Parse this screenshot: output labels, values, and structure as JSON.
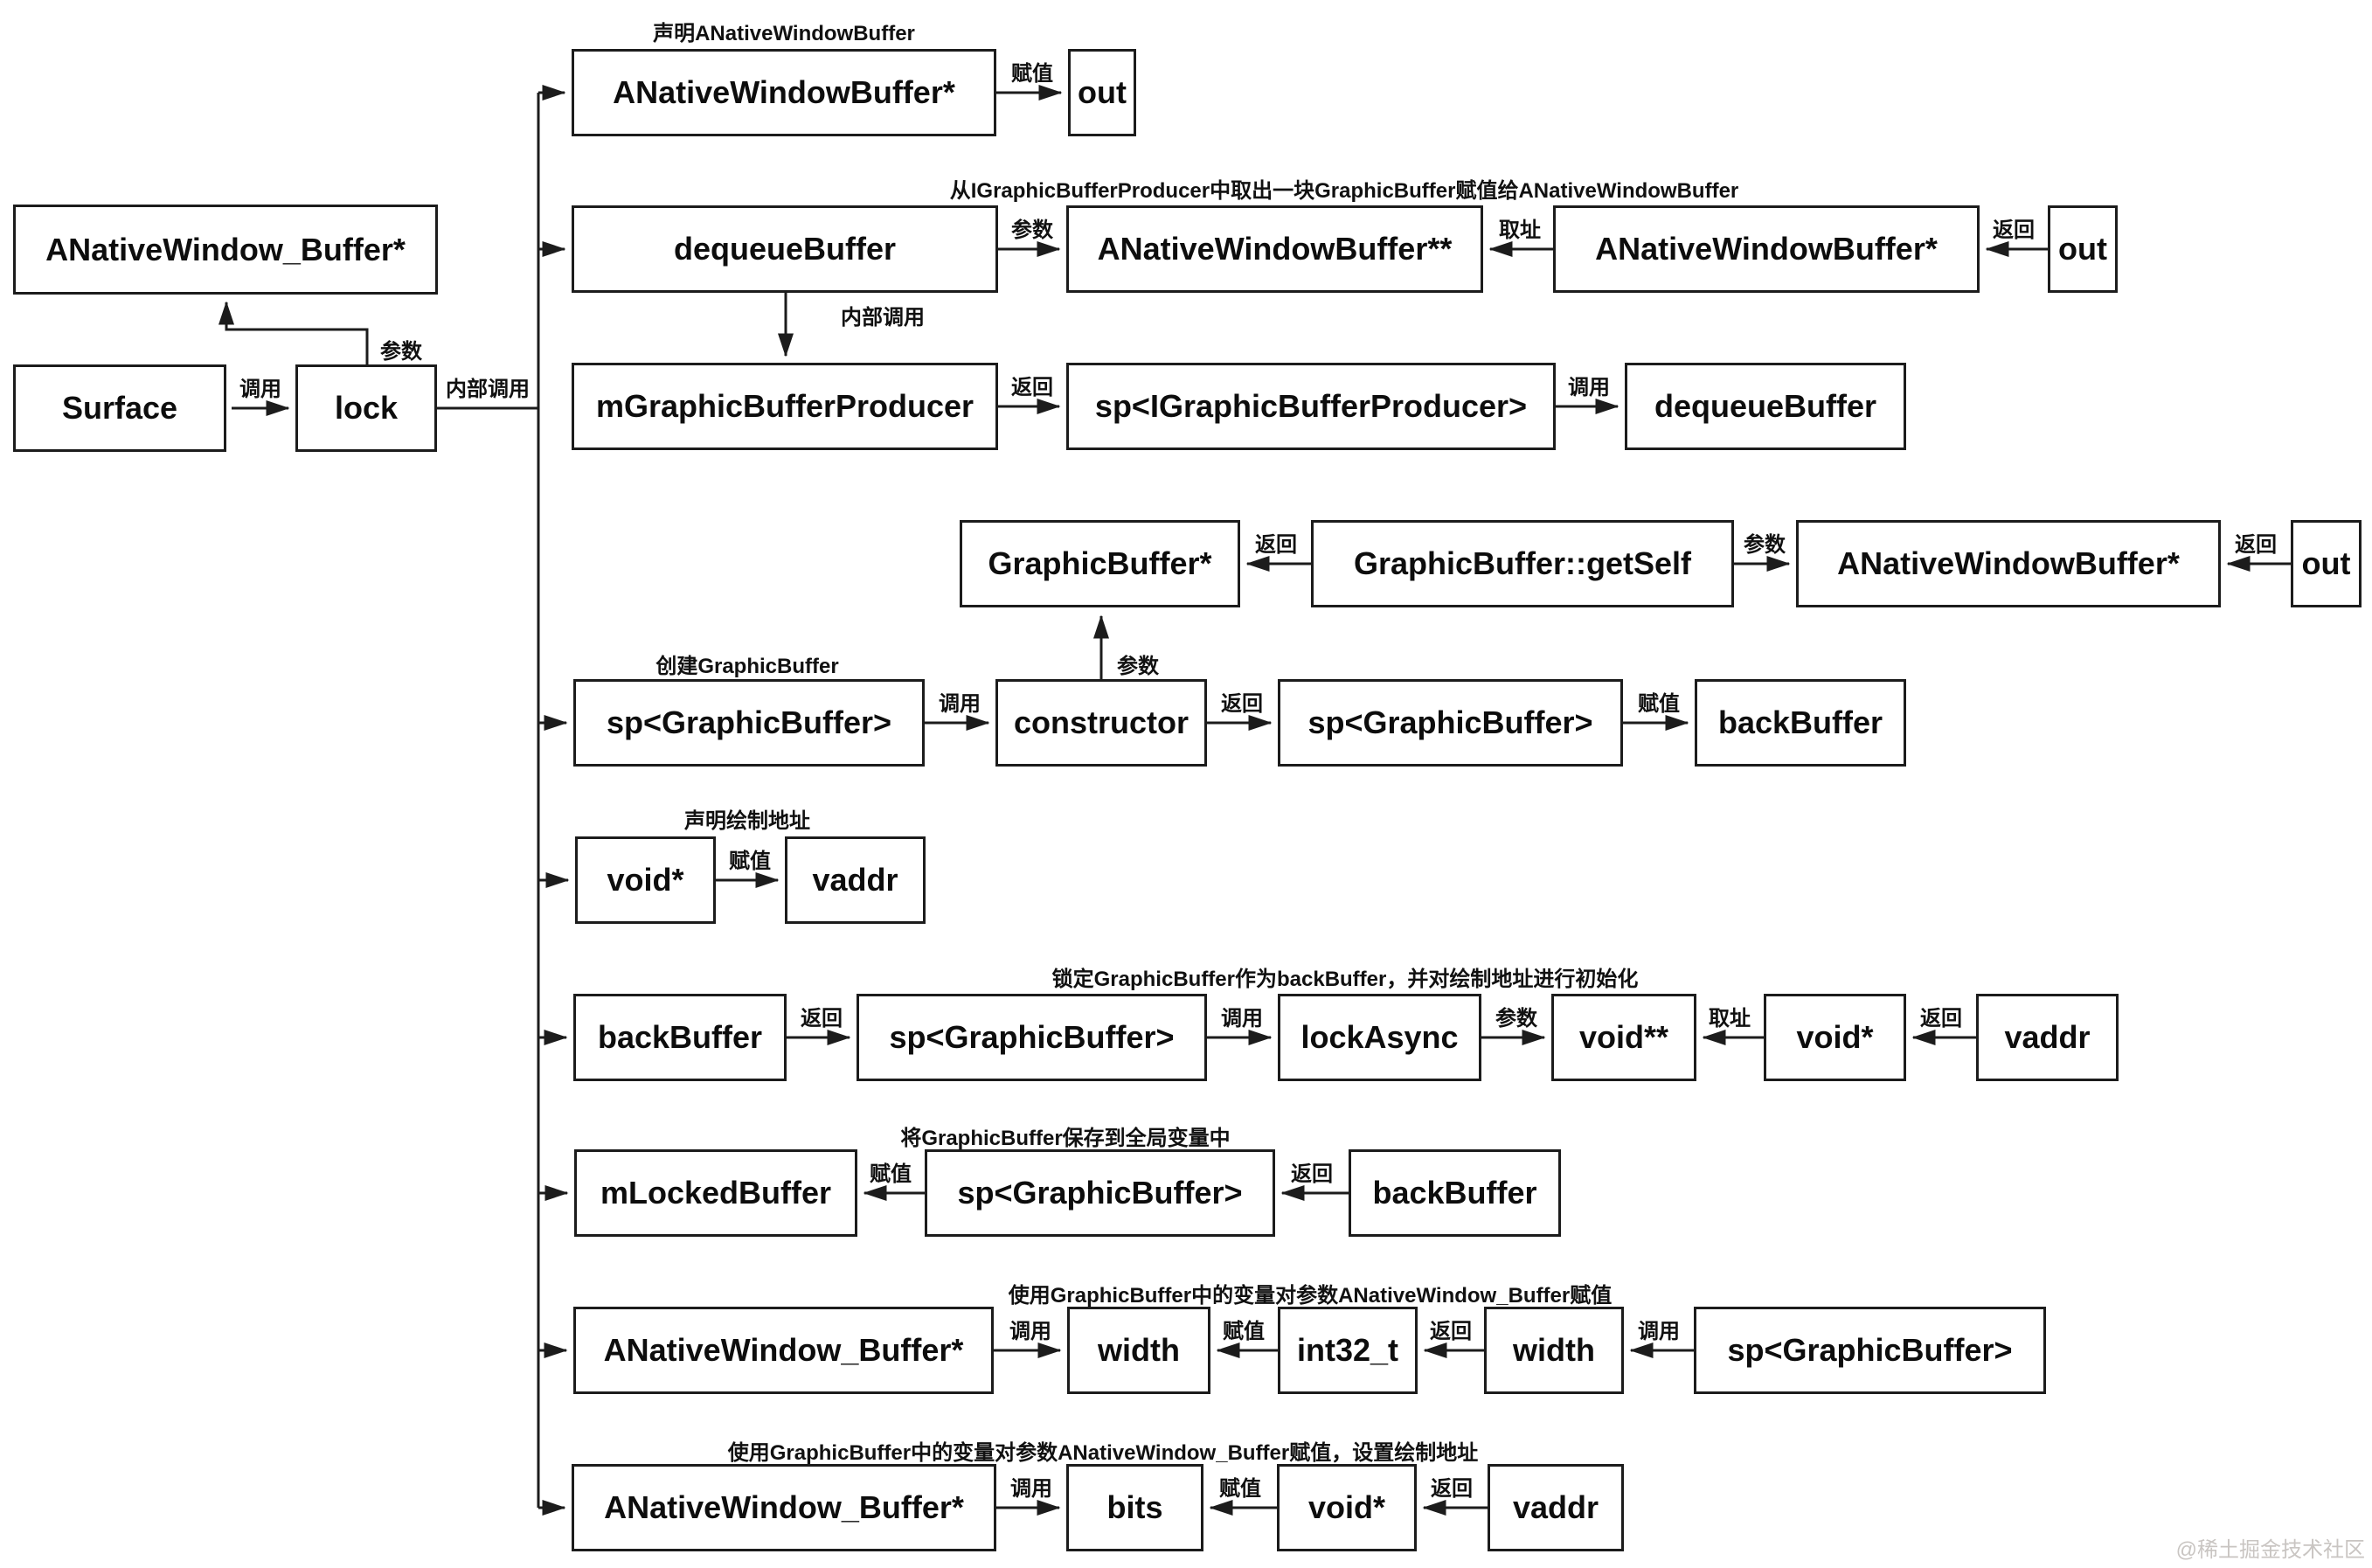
{
  "diagram": {
    "description": "Surface lock flow diagram"
  },
  "nodes": {
    "anw_left": "ANativeWindow_Buffer*",
    "surface": "Surface",
    "lock": "lock",
    "r1_anwb": "ANativeWindowBuffer*",
    "r1_out": "out",
    "r2_dequeue": "dequeueBuffer",
    "r2_anwbpp": "ANativeWindowBuffer**",
    "r2_anwb": "ANativeWindowBuffer*",
    "r2_out": "out",
    "r3_mgbp": "mGraphicBufferProducer",
    "r3_spigbp": "sp<IGraphicBufferProducer>",
    "r3_dequeue": "dequeueBuffer",
    "r4_gbptr": "GraphicBuffer*",
    "r4_getself": "GraphicBuffer::getSelf",
    "r4_anwb": "ANativeWindowBuffer*",
    "r4_out": "out",
    "r5_spgb_a": "sp<GraphicBuffer>",
    "r5_ctor": "constructor",
    "r5_spgb_b": "sp<GraphicBuffer>",
    "r5_backbuffer": "backBuffer",
    "r6_voidp": "void*",
    "r6_vaddr": "vaddr",
    "r7_backbuffer": "backBuffer",
    "r7_spgb": "sp<GraphicBuffer>",
    "r7_lockasync": "lockAsync",
    "r7_voidpp": "void**",
    "r7_voidp": "void*",
    "r7_vaddr": "vaddr",
    "r8_mlockedbuffer": "mLockedBuffer",
    "r8_spgb": "sp<GraphicBuffer>",
    "r8_backbuffer": "backBuffer",
    "r9_anwbuf": "ANativeWindow_Buffer*",
    "r9_width_a": "width",
    "r9_int32": "int32_t",
    "r9_width_b": "width",
    "r9_spgb": "sp<GraphicBuffer>",
    "r10_anwbuf": "ANativeWindow_Buffer*",
    "r10_bits": "bits",
    "r10_voidp": "void*",
    "r10_vaddr": "vaddr"
  },
  "titles": {
    "t1": "声明ANativeWindowBuffer",
    "t2": "从IGraphicBufferProducer中取出一块GraphicBuffer赋值给ANativeWindowBuffer",
    "t3": "创建GraphicBuffer",
    "t4": "声明绘制地址",
    "t5": "锁定GraphicBuffer作为backBuffer，并对绘制地址进行初始化",
    "t6": "将GraphicBuffer保存到全局变量中",
    "t7": "使用GraphicBuffer中的变量对参数ANativeWindow_Buffer赋值",
    "t8": "使用GraphicBuffer中的变量对参数ANativeWindow_Buffer赋值，设置绘制地址"
  },
  "edge_labels": {
    "assign": "赋值",
    "param": "参数",
    "call": "调用",
    "ret": "返回",
    "addr_of": "取址",
    "internal_call": "内部调用"
  },
  "watermark": "@稀土掘金技术社区",
  "colors": {
    "line": "#1c1c1c",
    "box_fill": "#ffffff",
    "text": "#0d0d0d",
    "watermark": "#c9c5c2"
  }
}
